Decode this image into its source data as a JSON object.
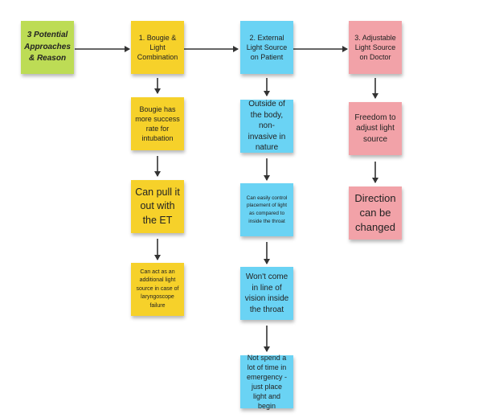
{
  "colors": {
    "title": "#bddc55",
    "approach_1": "#f6d12a",
    "approach_2": "#6ad3f4",
    "approach_3": "#f2a2a8",
    "arrow": "#333333"
  },
  "title_note": "3 Potential Approaches & Reason",
  "approach_1": {
    "heading": "1. Bougie & Light Combination",
    "reasons": [
      "Bougie has more success rate for intubation",
      "Can pull it out with the ET",
      "Can act as an additional light source in case of laryngoscope failure"
    ]
  },
  "approach_2": {
    "heading": "2. External Light Source on Patient",
    "reasons": [
      "Outside of the body, non-invasive in nature",
      "Can easily control placement of light as compared to inside the throat",
      "Won't come in line of vision inside the throat",
      "Not spend a lot of time in emergency - just place light and begin"
    ]
  },
  "approach_3": {
    "heading": "3. Adjustable Light Source on Doctor",
    "reasons": [
      "Freedom to adjust light source",
      "Direction can be changed"
    ]
  }
}
